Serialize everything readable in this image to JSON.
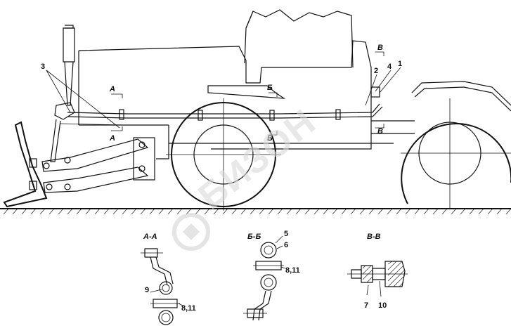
{
  "labels": {
    "callout_1": "1",
    "callout_2": "2",
    "callout_3": "3",
    "callout_4": "4",
    "callout_5": "5",
    "callout_6": "6",
    "callout_7": "7",
    "callout_8_11_a": "8,11",
    "callout_8_11_b": "8,11",
    "callout_9": "9",
    "callout_10": "10"
  },
  "section_marks": {
    "a_top": "А",
    "a_bottom": "А",
    "b_top": "Б",
    "b_bottom": "Б",
    "v_top": "В",
    "v_bottom": "В"
  },
  "section_views": {
    "aa_title": "А-А",
    "bb_title": "Б-Б",
    "vv_title": "В-В"
  },
  "watermark": {
    "text": "БИЗОН"
  }
}
